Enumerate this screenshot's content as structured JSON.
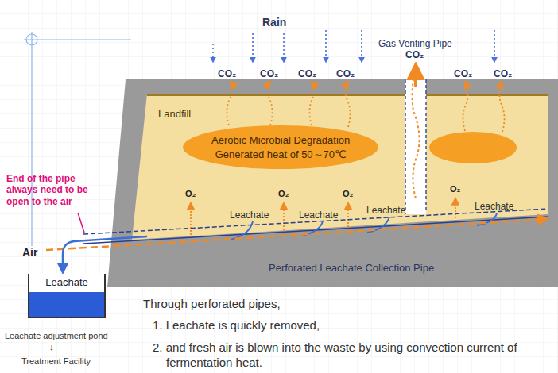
{
  "diagram": {
    "nodes": [
      {
        "text": [
          "Landfill"
        ]
      },
      {
        "text": [
          "Aerobic Microbial Degradation",
          "Generated heat of 50～70℃"
        ],
        "in": 0
      },
      {
        "text": [
          "Leachate"
        ]
      }
    ],
    "edges": [
      {
        "from": 0,
        "to": 2,
        "arrow": "to"
      }
    ],
    "labels": [
      "Rain",
      "Gas Venting Pipe",
      "CO₂",
      "CO₂",
      "CO₂",
      "CO₂",
      "CO₂",
      "CO₂",
      "CO₂",
      "O₂",
      "O₂",
      "O₂",
      "O₂",
      "Leachate",
      "Leachate",
      "Leachate",
      "Leachate",
      "End of the pipe always need to be open to the air",
      "Air",
      "Perforated Leachate Collection Pipe",
      "Leachate adjustment pond",
      "↓",
      "Treatment Facility",
      "Through perforated pipes,",
      "1. Leachate is quickly removed,",
      "2. and fresh air is blown into the waste by using convection current of fermentation heat."
    ]
  }
}
